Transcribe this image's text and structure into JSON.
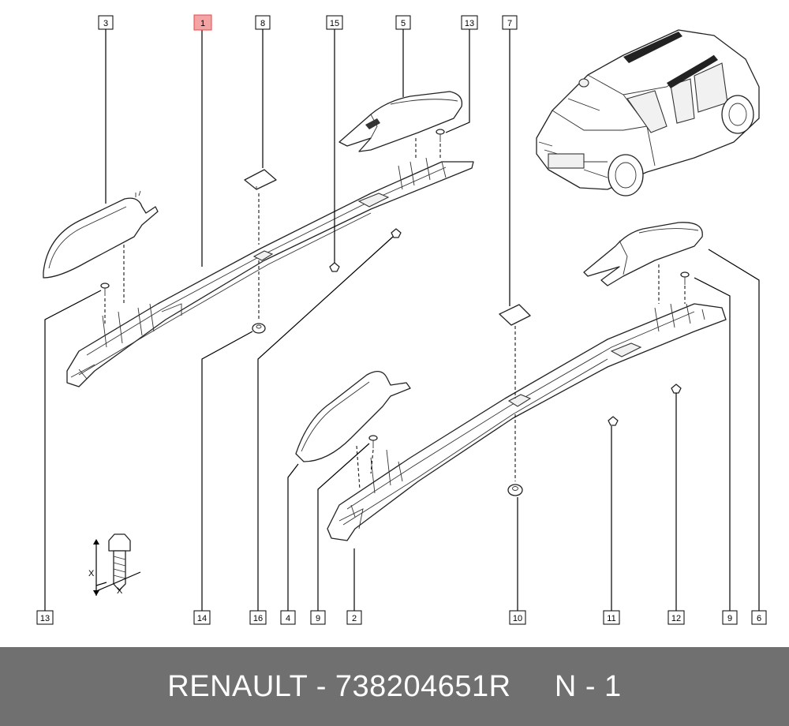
{
  "callouts": [
    {
      "label": "3"
    },
    {
      "label": "1"
    },
    {
      "label": "8"
    },
    {
      "label": "15"
    },
    {
      "label": "5"
    },
    {
      "label": "13"
    },
    {
      "label": "7"
    },
    {
      "label": "13"
    },
    {
      "label": "14"
    },
    {
      "label": "16"
    },
    {
      "label": "4"
    },
    {
      "label": "9"
    },
    {
      "label": "2"
    },
    {
      "label": "10"
    },
    {
      "label": "11"
    },
    {
      "label": "12"
    },
    {
      "label": "9"
    },
    {
      "label": "6"
    }
  ],
  "dimension_labels": {
    "x1": "X",
    "x2": "X"
  },
  "colors": {
    "highlight": "#f4a4a4",
    "footer_bg": "#707070"
  },
  "footer": {
    "text": "RENAULT - 738204651R     N - 1"
  }
}
